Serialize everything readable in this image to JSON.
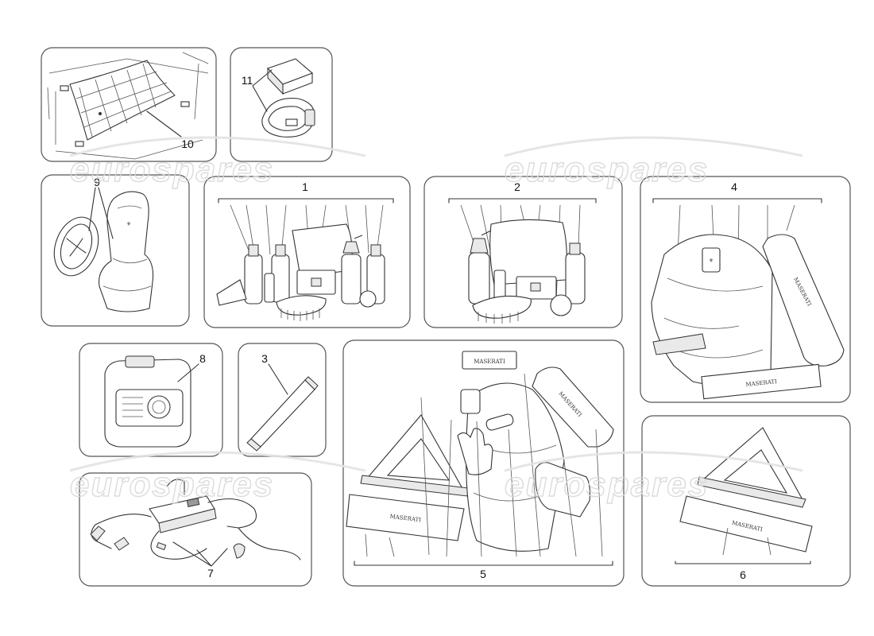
{
  "watermark": {
    "text": "eurospares"
  },
  "callouts": {
    "c1": "1",
    "c2": "2",
    "c3": "3",
    "c4": "4",
    "c5": "5",
    "c6": "6",
    "c7": "7",
    "c8": "8",
    "c9": "9",
    "c10": "10",
    "c11": "11"
  },
  "brand_text": "MASERATI",
  "colors": {
    "line": "#333333",
    "panel_border": "#555555",
    "watermark": "#d8d8d8",
    "background": "#ffffff"
  }
}
